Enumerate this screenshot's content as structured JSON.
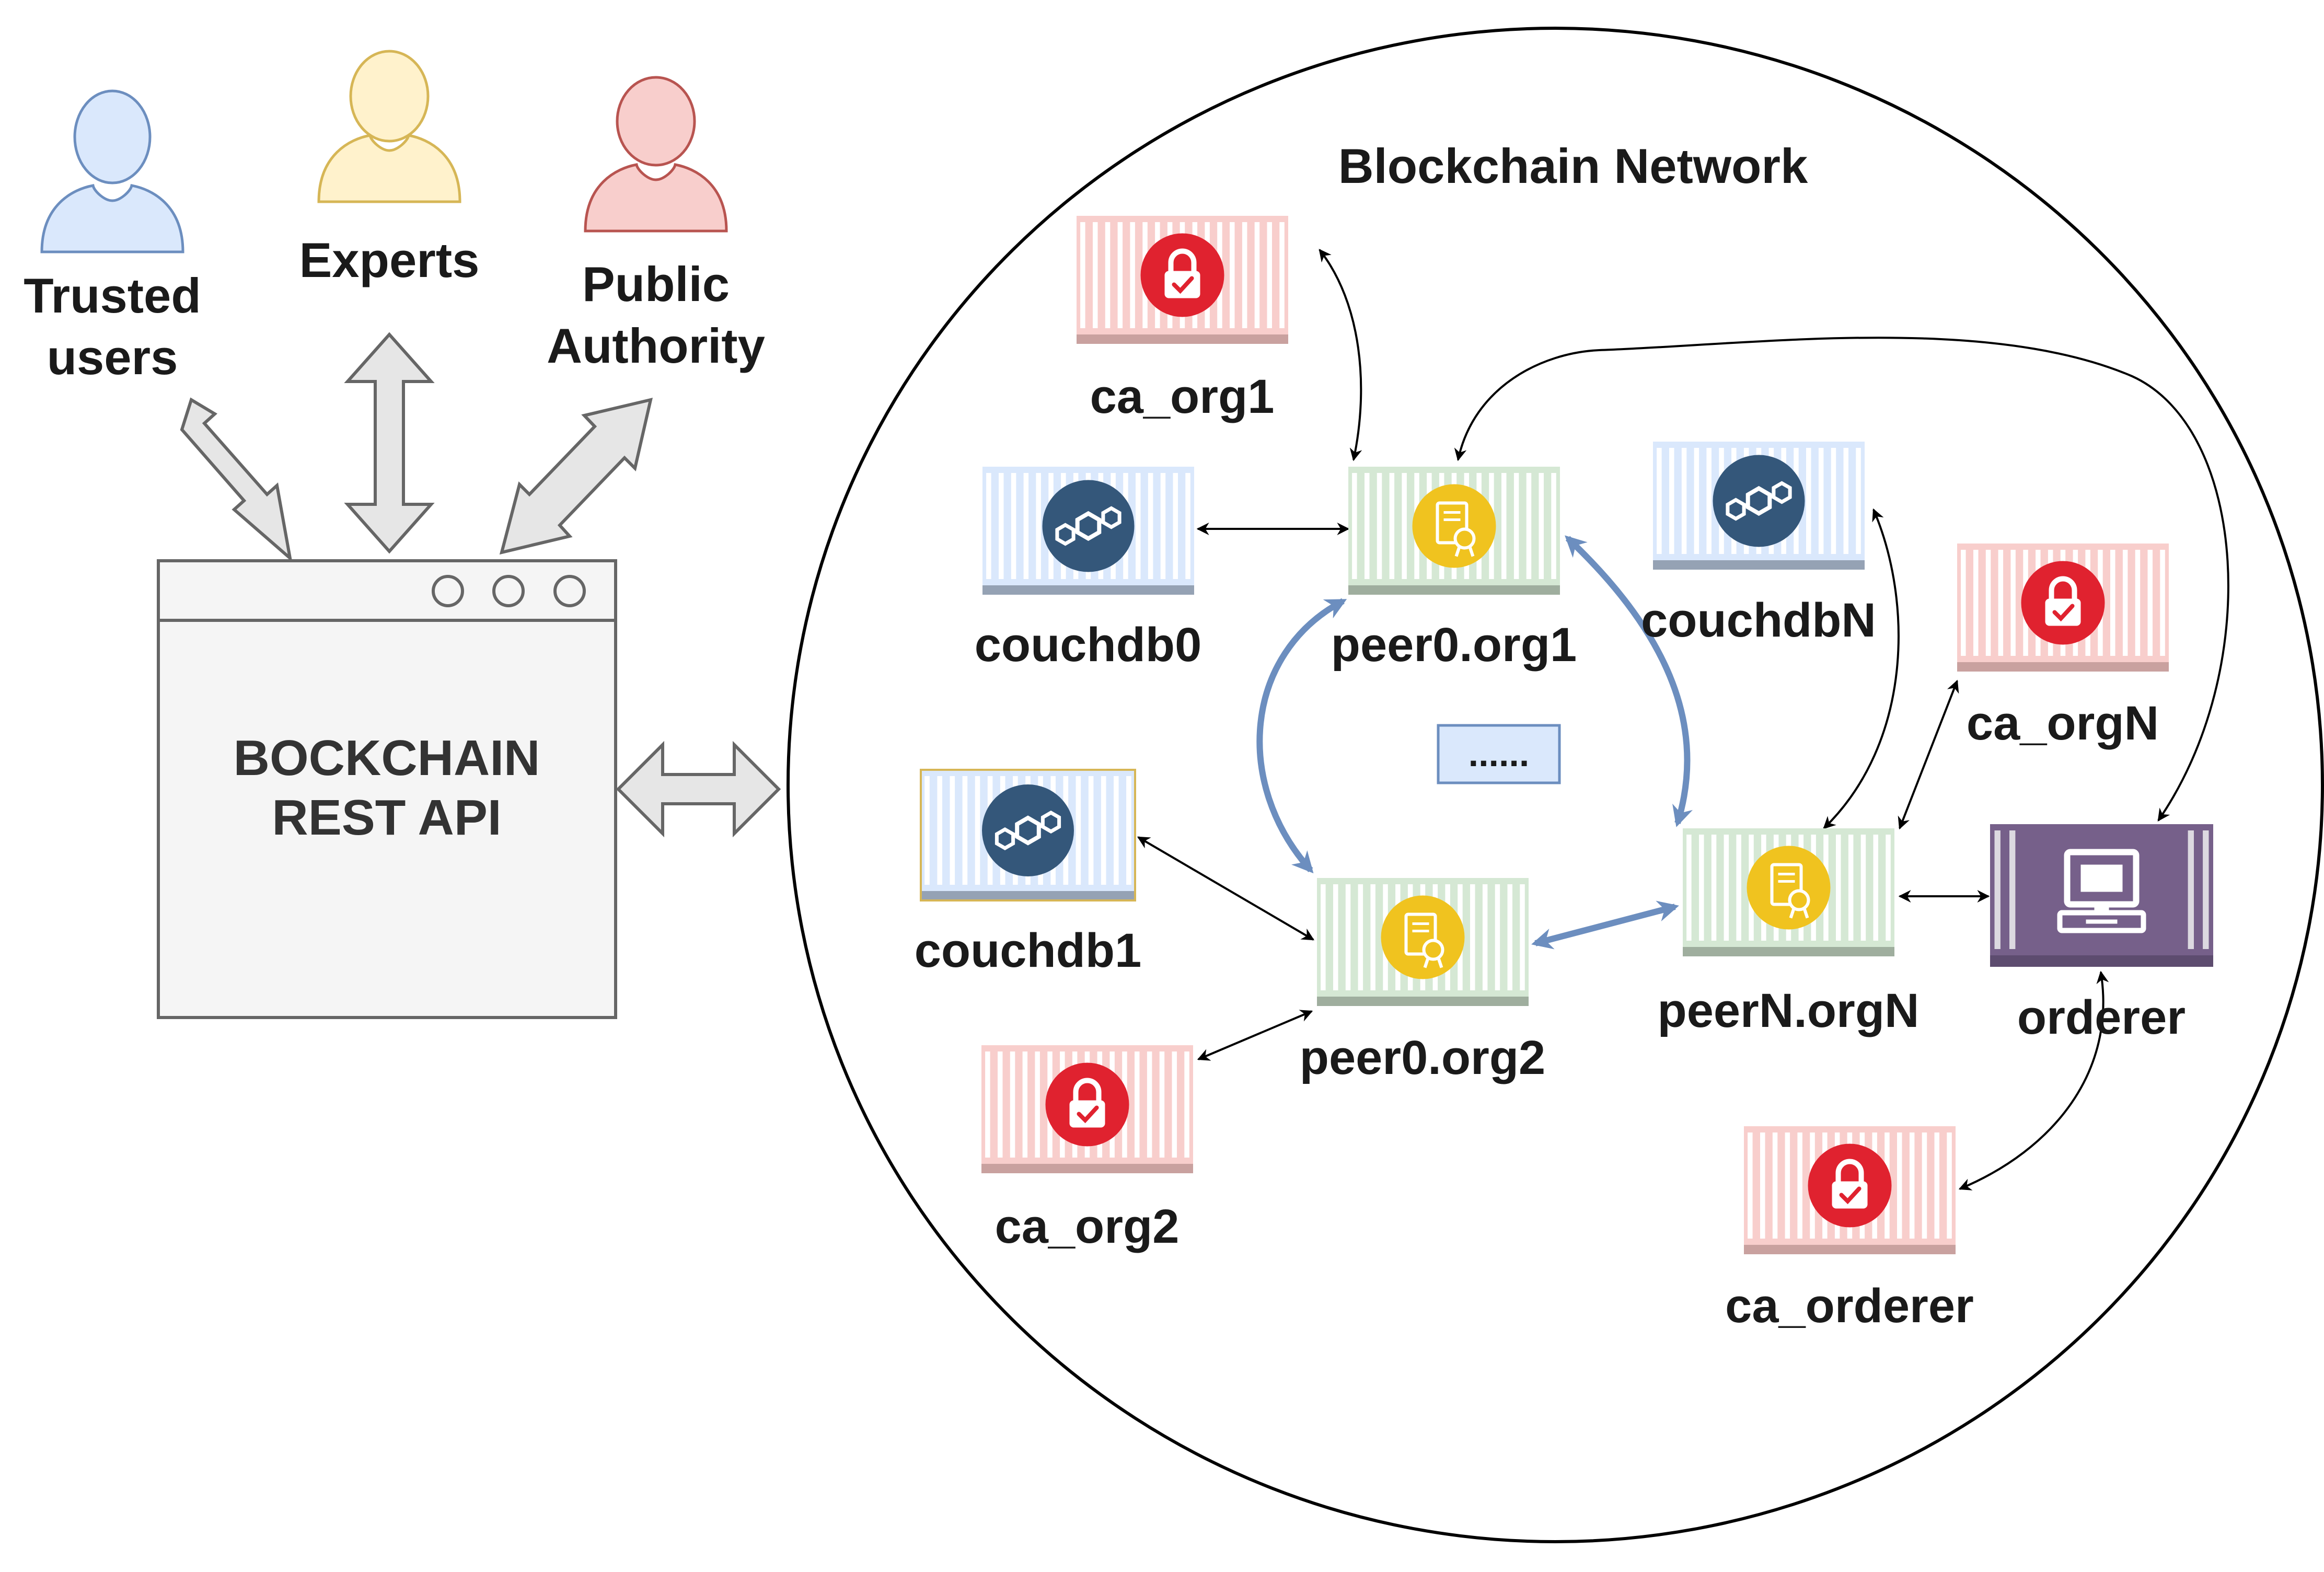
{
  "actors": [
    {
      "id": "trusted",
      "line1": "Trusted",
      "line2": "users",
      "fill": "#dae8fc",
      "stroke": "#6c8ebf"
    },
    {
      "id": "experts",
      "line1": "Experts",
      "line2": "",
      "fill": "#fff2cc",
      "stroke": "#d6b656"
    },
    {
      "id": "authority",
      "line1": "Public",
      "line2": "Authority",
      "fill": "#f8cecc",
      "stroke": "#b85450"
    }
  ],
  "api": {
    "line1": "BOCKCHAIN",
    "line2": "REST API"
  },
  "network": {
    "title": "Blockchain Network",
    "ellipsis": "......"
  },
  "nodes": {
    "ca_org1": {
      "label": "ca_org1",
      "kind": "ca"
    },
    "couchdb0": {
      "label": "couchdb0",
      "kind": "db"
    },
    "peer0_org1": {
      "label": "peer0.org1",
      "kind": "peer"
    },
    "couchdbN": {
      "label": "couchdbN",
      "kind": "db"
    },
    "ca_orgN": {
      "label": "ca_orgN",
      "kind": "ca"
    },
    "couchdb1": {
      "label": "couchdb1",
      "kind": "db"
    },
    "peer0_org2": {
      "label": "peer0.org2",
      "kind": "peer"
    },
    "peerN_orgN": {
      "label": "peerN.orgN",
      "kind": "peer"
    },
    "orderer": {
      "label": "orderer",
      "kind": "orderer"
    },
    "ca_org2": {
      "label": "ca_org2",
      "kind": "ca"
    },
    "ca_orderer": {
      "label": "ca_orderer",
      "kind": "ca"
    }
  },
  "colors": {
    "ca_fill": "#f8cecc",
    "ca_stripe": "#ffffff",
    "ca_base": "#c9a19f",
    "ca_icon": "#e0222f",
    "db_fill": "#dae8fc",
    "db_stripe": "#ffffff",
    "db_base": "#95a2b4",
    "db_icon": "#34577a",
    "peer_fill": "#d5e8d4",
    "peer_stripe": "#ffffff",
    "peer_base": "#9fae9e",
    "peer_icon": "#f0c31f",
    "orderer_fill": "#76608a",
    "orderer_stripe": "#efefef",
    "orderer_base": "#5d4c6f",
    "blue_link": "#6c8ebf",
    "thin_link": "#000000",
    "block_arrow_fill": "#e6e6e6",
    "block_arrow_stroke": "#666666"
  }
}
